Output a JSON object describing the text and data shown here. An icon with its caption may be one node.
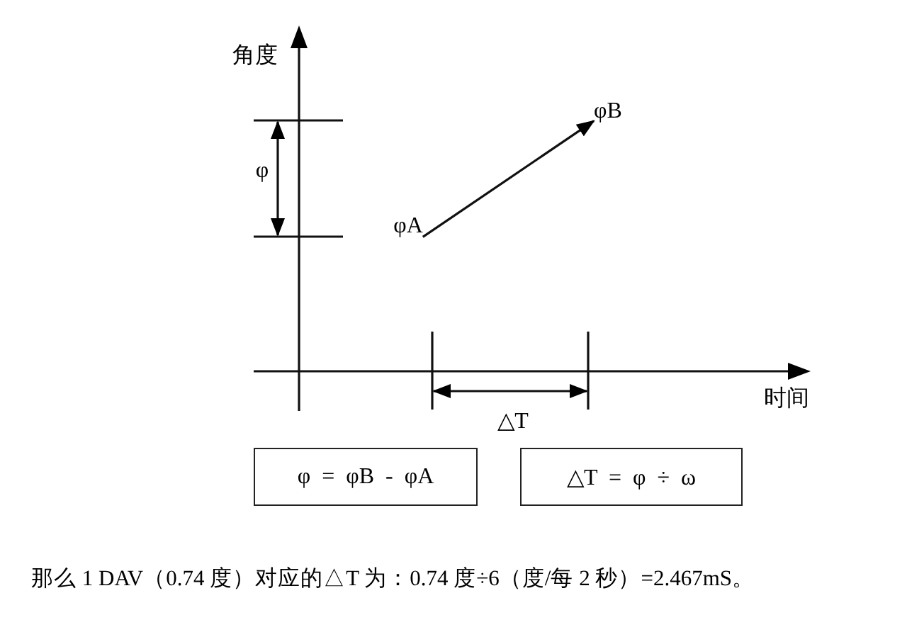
{
  "diagram": {
    "caption": "那么 1 DAV（0.74 度）对应的△T 为：0.74 度÷6（度/每 2 秒）=2.467mS。",
    "nodes": [
      {
        "text": [
          "φB"
        ]
      },
      {
        "text": [
          "φA"
        ]
      },
      {
        "text": [
          "φ = φB - φA"
        ]
      },
      {
        "text": [
          "△T = φ ÷ ω"
        ]
      }
    ],
    "edges": [
      {
        "from": 1,
        "to": 0,
        "arrow": "to"
      }
    ],
    "labels": [
      "角度",
      "φ",
      "时间",
      "△T"
    ]
  }
}
